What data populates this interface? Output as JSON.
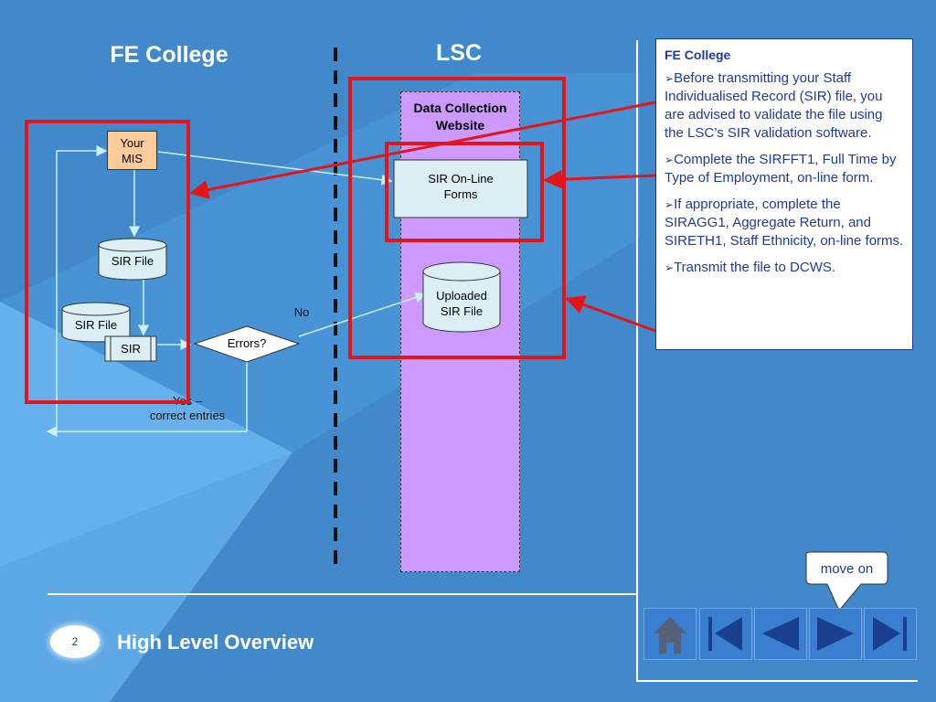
{
  "slide": {
    "left_title": "FE College",
    "right_title": "LSC",
    "footer_title": "High Level Overview",
    "slide_number": "2",
    "move_on_label": "move on"
  },
  "diagram": {
    "your_mis": [
      "Your",
      "MIS"
    ],
    "sir_file_1": "SIR File",
    "sir_file_2": "SIR File",
    "sir_box": "SIR",
    "errors": "Errors?",
    "no_label": "No",
    "yes_label_1": "Yes –",
    "yes_label_2": "correct entries",
    "dcw_title_1": "Data Collection",
    "dcw_title_2": "Website",
    "online_forms_1": "SIR On-Line",
    "online_forms_2": "Forms",
    "uploaded_1": "Uploaded",
    "uploaded_2": "SIR File"
  },
  "panel": {
    "heading": "FE College",
    "items": [
      "Before transmitting your Staff Individualised Record (SIR) file, you are advised to validate the file using the LSC’s SIR validation software.",
      "Complete the SIRFFT1, Full Time by Type of Employment, on-line form.",
      "If appropriate, complete the SIRAGG1, Aggregate Return, and SIRETH1, Staff Ethnicity, on-line forms.",
      "Transmit the file to DCWS."
    ]
  },
  "icons": [
    "home-icon",
    "first-slide-icon",
    "previous-icon",
    "next-icon",
    "last-slide-icon"
  ],
  "colors": {
    "background": "#4a90d0",
    "accent_light": "#63aee8",
    "highlight_red": "#e3151a",
    "website_fill": "#cc99ff",
    "mis_fill": "#ffcc99",
    "cylinder_fill": "#dbeef4",
    "panel_text": "#1f3a9a"
  }
}
